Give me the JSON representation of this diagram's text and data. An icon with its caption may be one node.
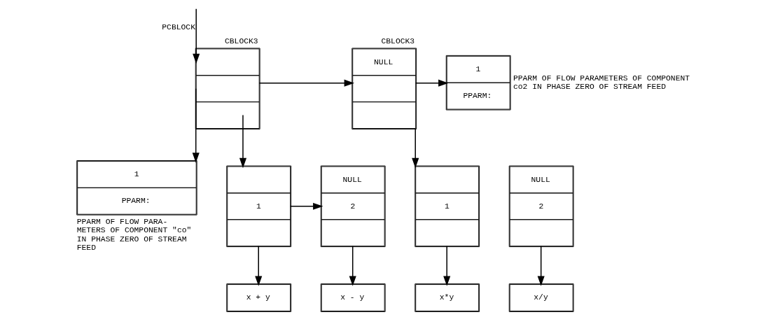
{
  "diagram": {
    "nodes": [
      {
        "text": [
          "CBLOCK3"
        ]
      },
      {
        "text": [
          "CBLOCK3",
          "NULL"
        ]
      },
      {
        "text": [
          "1",
          "PPARM:"
        ],
        "beside": [
          "PPARM OF FLOW PARAMETERS OF COMPONENT co2 IN PHASE ZERO OF STREAM FEED"
        ]
      },
      {
        "text": [
          "1",
          "PPARM:"
        ],
        "beside": [
          "PPARM OF FLOW PARA- METERS OF COMPONENT \"co\" IN PHASE ZERO OF STREAM FEED"
        ]
      },
      {
        "text": [
          "1"
        ]
      },
      {
        "text": [
          "NULL",
          "2"
        ]
      },
      {
        "text": [
          "1"
        ]
      },
      {
        "text": [
          "NULL",
          "2"
        ]
      },
      {
        "text": [
          "x + y"
        ]
      },
      {
        "text": [
          "x - y"
        ]
      },
      {
        "text": [
          "x*y"
        ]
      },
      {
        "text": [
          "x/y"
        ]
      }
    ],
    "edges": [
      {
        "from": null,
        "to": 0,
        "arrow": "to",
        "label": "PCBLOCK"
      },
      {
        "from": 0,
        "to": 1,
        "arrow": "to"
      },
      {
        "from": 1,
        "to": 2,
        "arrow": "to"
      },
      {
        "from": 0,
        "to": 3,
        "arrow": "to"
      },
      {
        "from": 0,
        "to": 4,
        "arrow": "to"
      },
      {
        "from": 1,
        "to": 6,
        "arrow": "to"
      },
      {
        "from": 4,
        "to": 5,
        "arrow": "to"
      },
      {
        "from": 4,
        "to": 8,
        "arrow": "to"
      },
      {
        "from": 5,
        "to": 9,
        "arrow": "to"
      },
      {
        "from": 6,
        "to": 10,
        "arrow": "to"
      },
      {
        "from": 7,
        "to": 11,
        "arrow": "to"
      }
    ]
  }
}
